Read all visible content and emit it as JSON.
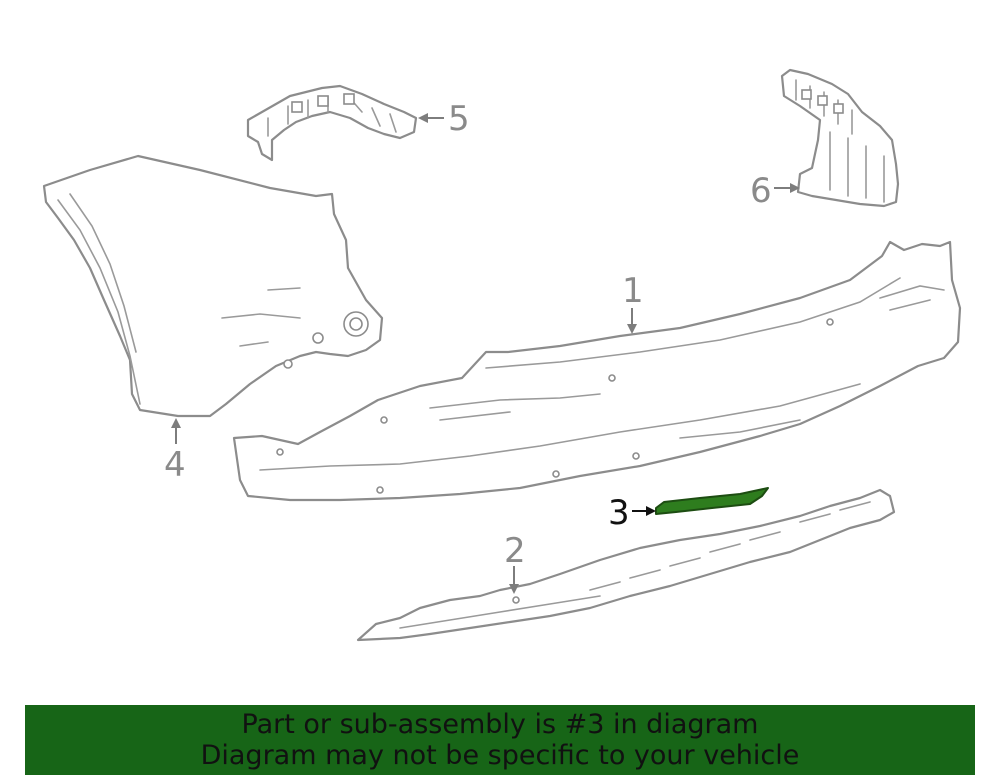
{
  "diagram": {
    "callouts": [
      {
        "id": "1",
        "label": "1"
      },
      {
        "id": "2",
        "label": "2"
      },
      {
        "id": "3",
        "label": "3"
      },
      {
        "id": "4",
        "label": "4"
      },
      {
        "id": "5",
        "label": "5"
      },
      {
        "id": "6",
        "label": "6"
      }
    ],
    "highlighted_part": "3",
    "colors": {
      "highlight": "#2e7d1e",
      "line": "#8c8c8c",
      "banner": "#176517"
    }
  },
  "banner": {
    "line1": "Part or sub-assembly is #3 in diagram",
    "line2": "Diagram may not be specific to your vehicle"
  }
}
